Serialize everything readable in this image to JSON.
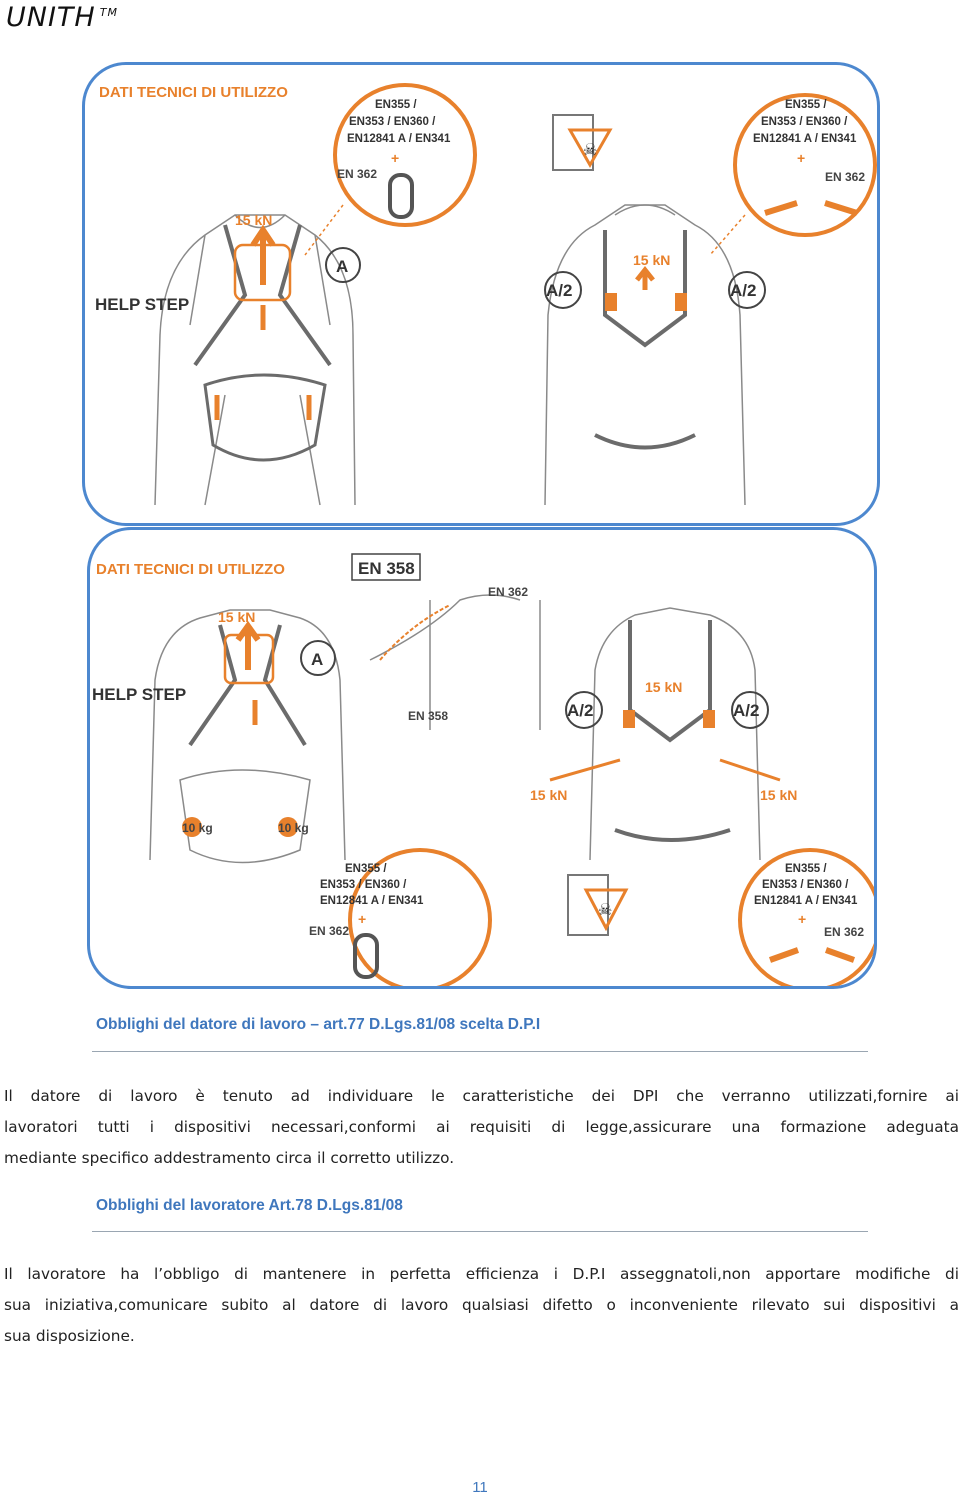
{
  "brand": {
    "name": "UNITH",
    "tm": "TM"
  },
  "panel1": {
    "title": "DATI TECNICI DI UTILIZZO",
    "help_step": "HELP STEP",
    "force": "15 kN",
    "mark_a": "A",
    "mark_a2_left": "A/2",
    "mark_a2_right": "A/2",
    "force_front": "15 kN",
    "circle_left": {
      "l1": "EN355 /",
      "l2": "EN353 / EN360 /",
      "l3": "EN12841 A / EN341",
      "en362": "EN 362",
      "plus": "+"
    },
    "circle_right": {
      "l1": "EN355 /",
      "l2": "EN353 / EN360 /",
      "l3": "EN12841 A / EN341",
      "en362": "EN 362",
      "plus": "+"
    }
  },
  "panel2": {
    "title": "DATI TECNICI DI UTILIZZO",
    "en358_box": "EN 358",
    "en362_top": "EN 362",
    "en358_bottom": "EN 358",
    "help_step": "HELP STEP",
    "force": "15 kN",
    "mark_a": "A",
    "mark_a2_left": "A/2",
    "mark_a2_right": "A/2",
    "force_front": "15 kN",
    "force_left": "15 kN",
    "force_right": "15 kN",
    "weight_left": "10 kg",
    "weight_right": "10 kg",
    "circle_left": {
      "l1": "EN355 /",
      "l2": "EN353 / EN360 /",
      "l3": "EN12841 A / EN341",
      "en362": "EN 362",
      "plus": "+"
    },
    "circle_right": {
      "l1": "EN355 /",
      "l2": "EN353 / EN360 /",
      "l3": "EN12841 A / EN341",
      "en362": "EN 362",
      "plus": "+"
    }
  },
  "section1": {
    "title": "Obblighi del datore di lavoro – art.77 D.Lgs.81/08 scelta D.P.I",
    "lines": [
      "Il datore di lavoro è tenuto ad individuare le caratteristiche dei DPI che verranno utilizzati,fornire ai",
      "lavoratori tutti i dispositivi necessari,conformi ai requisiti di legge,assicurare una formazione adeguata",
      "mediante specifico addestramento circa il corretto utilizzo."
    ]
  },
  "section2": {
    "title": "Obblighi del lavoratore Art.78 D.Lgs.81/08",
    "lines": [
      "Il lavoratore ha l’obbligo di mantenere in perfetta efficienza i D.P.I asseggnatoli,non apportare modifiche di",
      "sua iniziativa,comunicare subito al datore di lavoro qualsiasi difetto o inconveniente rilevato sui dispositivi a",
      "sua disposizione."
    ]
  },
  "page_number": "11",
  "colors": {
    "accent_orange": "#e8812c",
    "frame_blue": "#4d88cf",
    "heading_blue": "#3f77bd"
  }
}
